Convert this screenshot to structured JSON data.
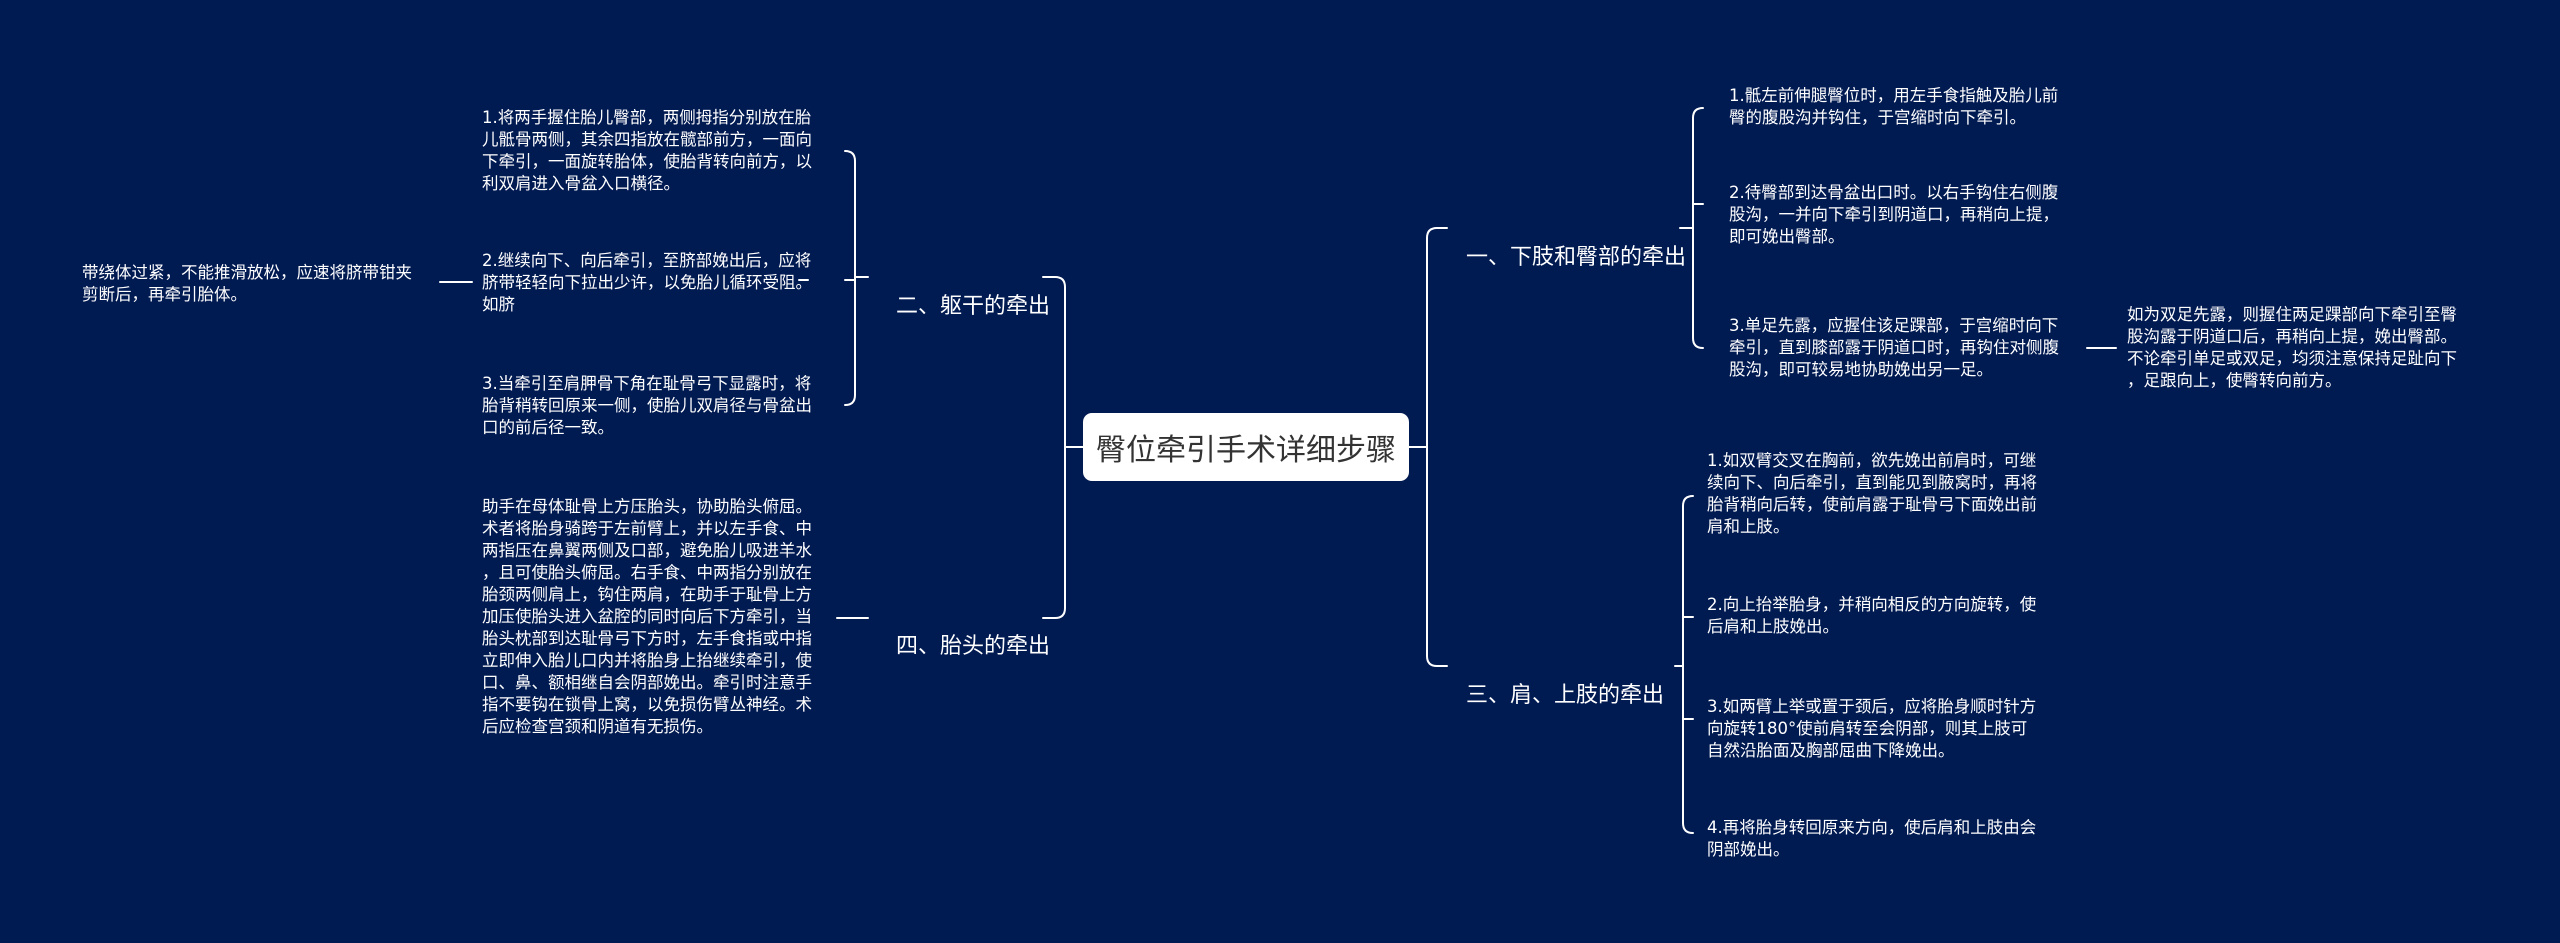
{
  "root": {
    "title": "臀位牵引手术详细步骤"
  },
  "right": [
    {
      "label": "一、下肢和臀部的牵出",
      "children": [
        {
          "text": "1.骶左前伸腿臀位时，用左手食指触及胎儿前\n臀的腹股沟并钩住，于宫缩时向下牵引。"
        },
        {
          "text": "2.待臀部到达骨盆出口时。以右手钩住右侧腹\n股沟，一并向下牵引到阴道口，再稍向上提，\n即可娩出臀部。"
        },
        {
          "text": "3.单足先露，应握住该足踝部，于宫缩时向下\n牵引，直到膝部露于阴道口时，再钩住对侧腹\n股沟，即可较易地协助娩出另一足。",
          "note": "如为双足先露，则握住两足踝部向下牵引至臀\n股沟露于阴道口后，再稍向上提，娩出臀部。\n不论牵引单足或双足，均须注意保持足趾向下\n，足跟向上，使臀转向前方。"
        }
      ]
    },
    {
      "label": "三、肩、上肢的牵出",
      "children": [
        {
          "text": "1.如双臂交叉在胸前，欲先娩出前肩时，可继\n续向下、向后牵引，直到能见到腋窝时，再将\n胎背稍向后转，使前肩露于耻骨弓下面娩出前\n肩和上肢。"
        },
        {
          "text": "2.向上抬举胎身，并稍向相反的方向旋转，使\n后肩和上肢娩出。"
        },
        {
          "text": "3.如两臂上举或置于颈后，应将胎身顺时针方\n向旋转180°使前肩转至会阴部，则其上肢可\n自然沿胎面及胸部屈曲下降娩出。"
        },
        {
          "text": "4.再将胎身转回原来方向，使后肩和上肢由会\n阴部娩出。"
        }
      ]
    }
  ],
  "left": [
    {
      "label": "二、躯干的牵出",
      "children": [
        {
          "text": "1.将两手握住胎儿臀部，两侧拇指分别放在胎\n儿骶骨两侧，其余四指放在髋部前方，一面向\n下牵引，一面旋转胎体，使胎背转向前方，以\n利双肩进入骨盆入口横径。"
        },
        {
          "text": "2.继续向下、向后牵引，至脐部娩出后，应将\n脐带轻轻向下拉出少许，以免胎儿循环受阻。\n如脐",
          "note": "带绕体过紧，不能推滑放松，应速将脐带钳夹\n剪断后，再牵引胎体。"
        },
        {
          "text": "3.当牵引至肩胛骨下角在耻骨弓下显露时，将\n胎背稍转回原来一侧，使胎儿双肩径与骨盆出\n口的前后径一致。"
        }
      ]
    },
    {
      "label": "四、胎头的牵出",
      "children": [
        {
          "text": "助手在母体耻骨上方压胎头，协助胎头俯屈。\n术者将胎身骑跨于左前臂上，并以左手食、中\n两指压在鼻翼两侧及口部，避免胎儿吸进羊水\n，且可使胎头俯屈。右手食、中两指分别放在\n胎颈两侧肩上，钩住两肩，在助手于耻骨上方\n加压使胎头进入盆腔的同时向后下方牵引，当\n胎头枕部到达耻骨弓下方时，左手食指或中指\n立即伸入胎儿口内并将胎身上抬继续牵引，使\n口、鼻、额相继自会阴部娩出。牵引时注意手\n指不要钩在锁骨上窝，以免损伤臂丛神经。术\n后应检查宫颈和阴道有无损伤。"
        }
      ]
    }
  ]
}
